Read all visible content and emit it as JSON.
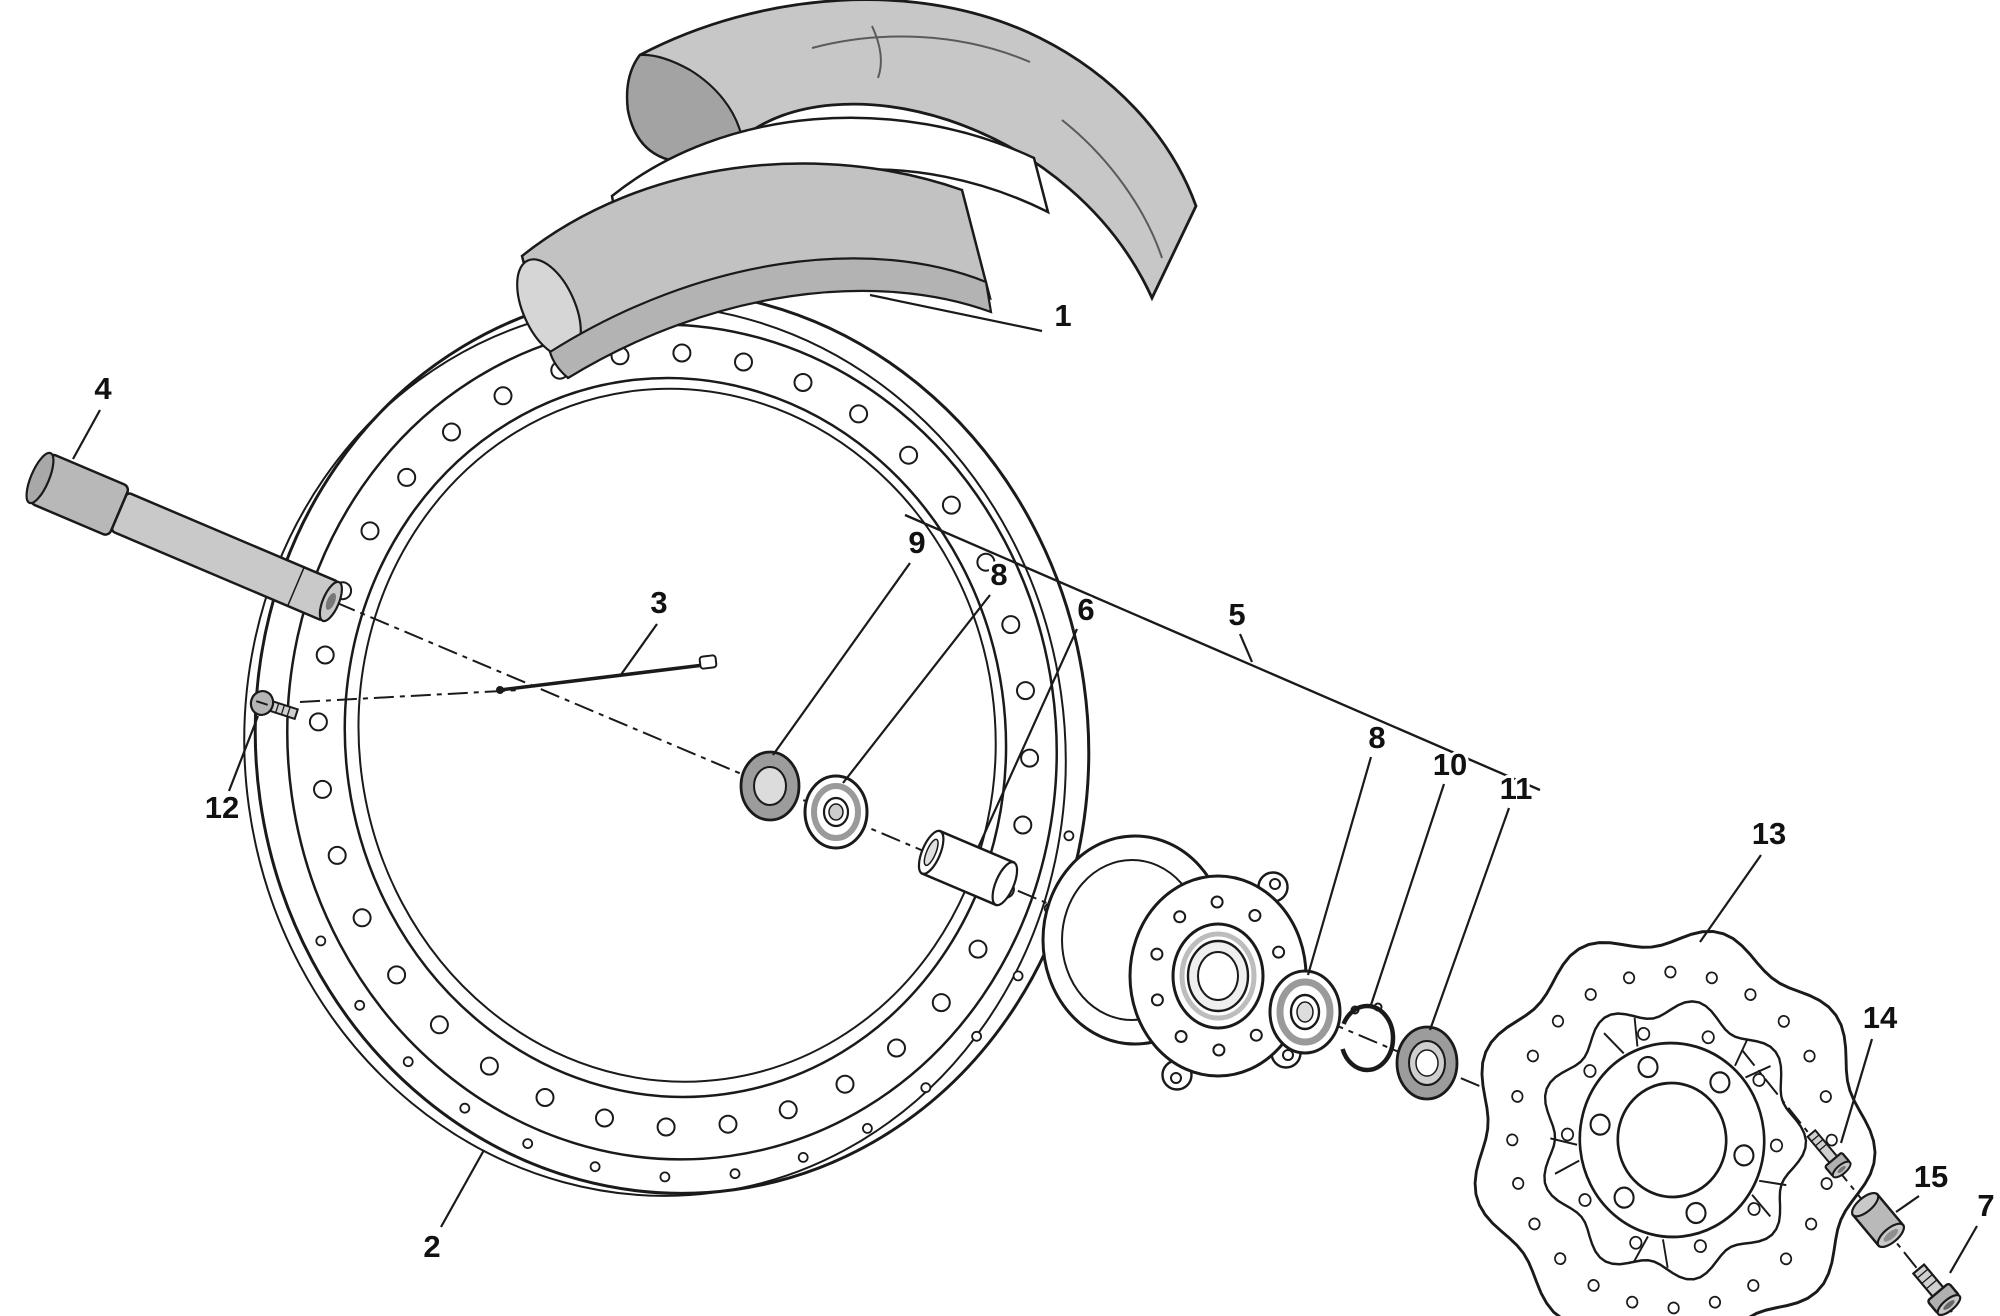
{
  "diagram": {
    "callouts": {
      "n1": "1",
      "n2": "2",
      "n3": "3",
      "n4": "4",
      "n5": "5",
      "n6": "6",
      "n7": "7",
      "n8a": "8",
      "n8b": "8",
      "n9": "9",
      "n10": "10",
      "n11": "11",
      "n12": "12",
      "n13": "13",
      "n14": "14",
      "n15": "15"
    },
    "colors": {
      "line": "#1a1a1a",
      "tire": "#c7c7c7",
      "tire_section": "#a3a3a3",
      "inner_tube": "#c2c2c2",
      "rim_strip": "#b3b3b3",
      "seal": "#9c9c9c",
      "metal": "#c9c9c9",
      "spacer": "#b9b9b9",
      "background": "#ffffff"
    }
  }
}
